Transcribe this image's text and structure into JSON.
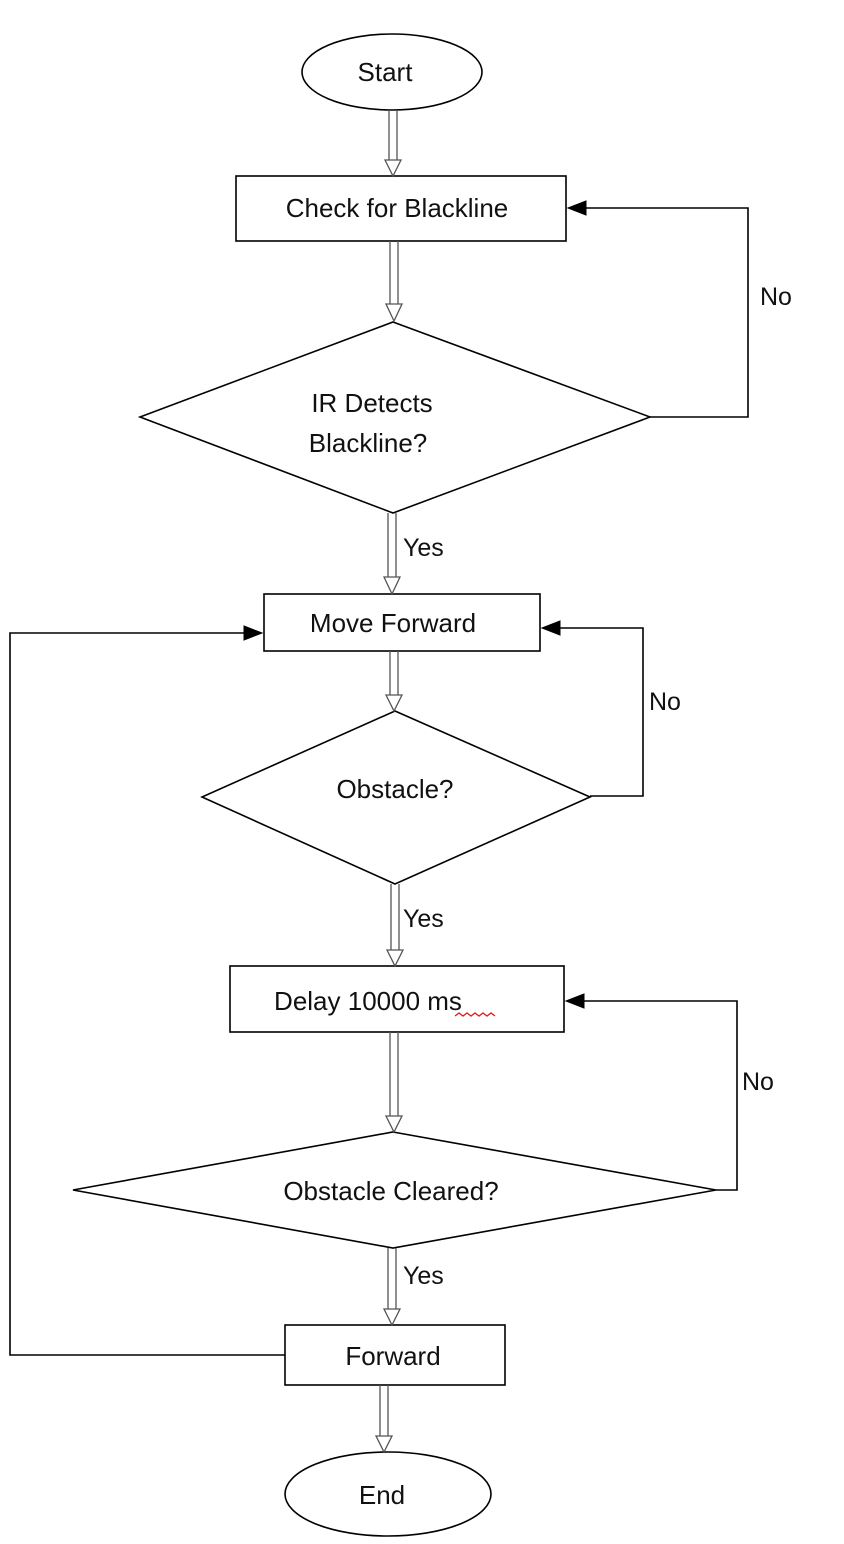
{
  "nodes": {
    "start": {
      "label": "Start"
    },
    "check_blackline": {
      "label": "Check for Blackline"
    },
    "ir_detects": {
      "line1": "IR Detects",
      "line2": "Blackline?"
    },
    "move_forward": {
      "label": "Move Forward"
    },
    "obstacle": {
      "label": "Obstacle?"
    },
    "delay": {
      "label": "Delay 10000 ms"
    },
    "obstacle_cleared": {
      "label": "Obstacle Cleared?"
    },
    "forward": {
      "label": "Forward"
    },
    "end": {
      "label": "End"
    }
  },
  "edges": {
    "ir_no": "No",
    "ir_yes": "Yes",
    "obstacle_no": "No",
    "obstacle_yes": "Yes",
    "cleared_no": "No",
    "cleared_yes": "Yes"
  },
  "colors": {
    "stroke": "#000000",
    "spellcheck_underline": "#e02020"
  }
}
